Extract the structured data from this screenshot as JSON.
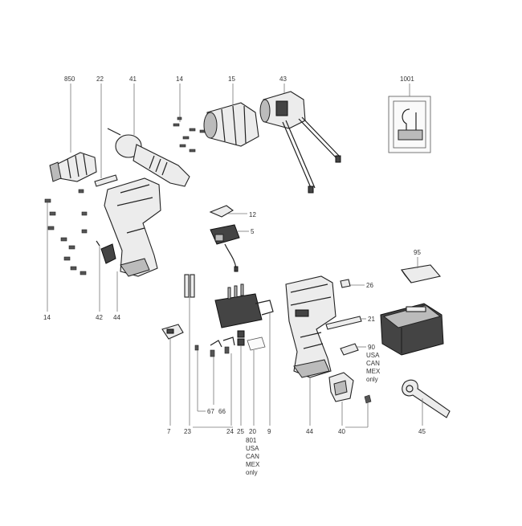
{
  "labels": {
    "p850": "850",
    "p22": "22",
    "p41": "41",
    "p14_top": "14",
    "p15": "15",
    "p43": "43",
    "p1001": "1001",
    "p12": "12",
    "p5": "5",
    "p14_left": "14",
    "p42": "42",
    "p44_left": "44",
    "p95": "95",
    "p26": "26",
    "p21": "21",
    "p90": "90",
    "p90_note": [
      "USA",
      "CAN",
      "MEX",
      "only"
    ],
    "p7": "7",
    "p23": "23",
    "p67": "67",
    "p66": "66",
    "p24": "24",
    "p25": "25",
    "p20": "20",
    "p801": "801",
    "p801_note": [
      "USA",
      "CAN",
      "MEX",
      "only"
    ],
    "p9": "9",
    "p44_right": "44",
    "p40": "40",
    "p45": "45"
  }
}
